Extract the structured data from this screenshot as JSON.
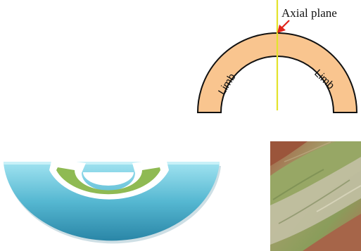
{
  "diagram": {
    "axial_plane_label": "Axial plane",
    "limb_left_label": "Limb",
    "limb_right_label": "Limb"
  },
  "colors": {
    "fold_fill": "#f9c58f",
    "fold_stroke": "#111111",
    "axial_plane_line": "#dede2a",
    "pointer_arrow": "#e0231a",
    "model_outer_light": "#a7e3ef",
    "model_outer_dark": "#2f8fb0",
    "model_inner_green": "#8fba53",
    "model_inner_outline": "#ffffff",
    "photo_green": "#9da468",
    "photo_brown": "#9a553b"
  }
}
